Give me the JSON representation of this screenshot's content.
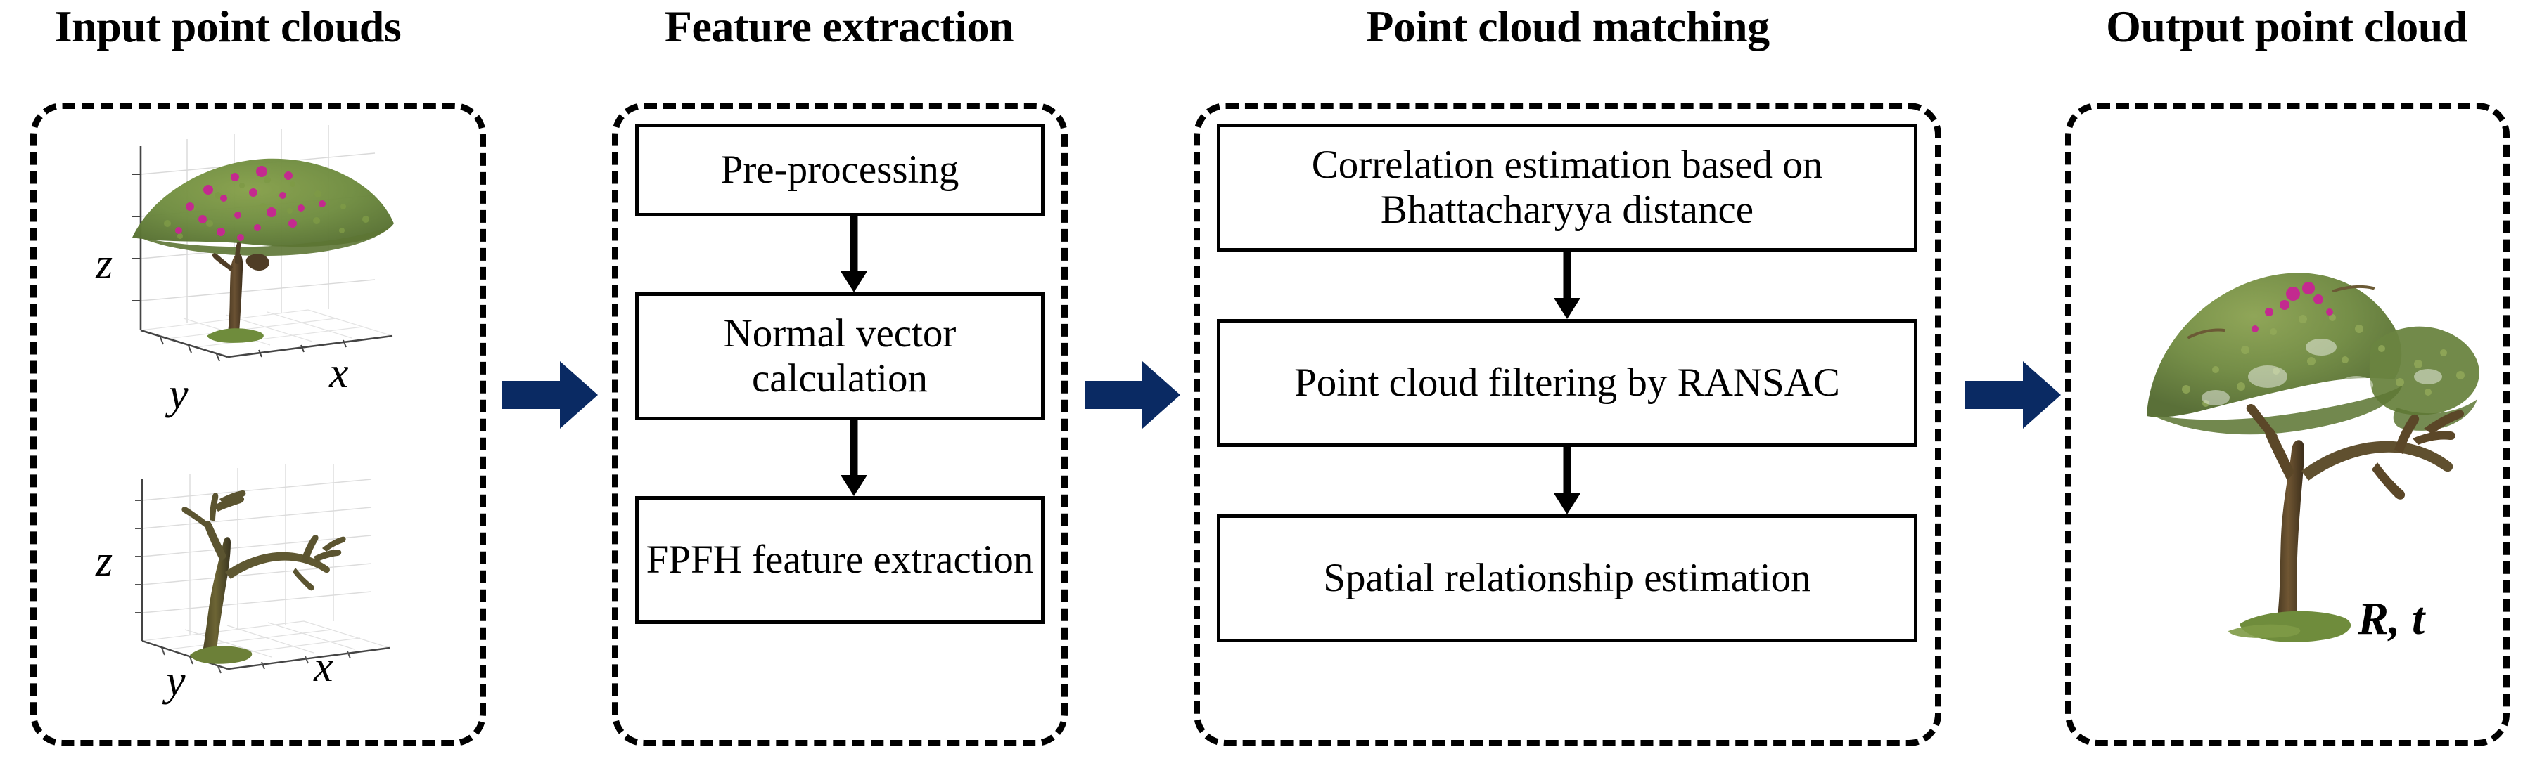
{
  "figure": {
    "type": "flowchart",
    "orientation": "left-to-right",
    "background": "#ffffff",
    "accent_arrow_color": "#0a2a63",
    "line_color": "#000000"
  },
  "stages": [
    {
      "id": "input",
      "title": "Input point clouds",
      "kind": "image-panel",
      "plots": [
        {
          "id": "plot-flowering-tree",
          "caption": "flowering tree point cloud",
          "axes": {
            "z": "z",
            "y": "y",
            "x": "x"
          }
        },
        {
          "id": "plot-bare-tree",
          "caption": "bare branch tree point cloud",
          "axes": {
            "z": "z",
            "y": "y",
            "x": "x"
          }
        }
      ]
    },
    {
      "id": "feature-extraction",
      "title": "Feature extraction",
      "kind": "process-panel",
      "steps": [
        {
          "label": "Pre-processing"
        },
        {
          "label": "Normal vector calculation"
        },
        {
          "label": "FPFH feature extraction"
        }
      ]
    },
    {
      "id": "point-cloud-matching",
      "title": "Point cloud matching",
      "kind": "process-panel",
      "steps": [
        {
          "label": "Correlation estimation based on Bhattacharyya distance"
        },
        {
          "label": "Point cloud filtering by RANSAC"
        },
        {
          "label": "Spatial relationship estimation"
        }
      ]
    },
    {
      "id": "output",
      "title": "Output point cloud",
      "kind": "image-panel",
      "plots": [
        {
          "id": "plot-merged-tree",
          "caption": "registered merged tree point cloud"
        }
      ],
      "annotation": "R, t"
    }
  ],
  "connectors": [
    {
      "id": "arrow-input-to-features",
      "from": "input",
      "to": "feature-extraction",
      "glyph": "block-arrow-right"
    },
    {
      "id": "arrow-features-to-matching",
      "from": "feature-extraction",
      "to": "point-cloud-matching",
      "glyph": "block-arrow-right"
    },
    {
      "id": "arrow-matching-to-output",
      "from": "point-cloud-matching",
      "to": "output",
      "glyph": "block-arrow-right"
    }
  ]
}
